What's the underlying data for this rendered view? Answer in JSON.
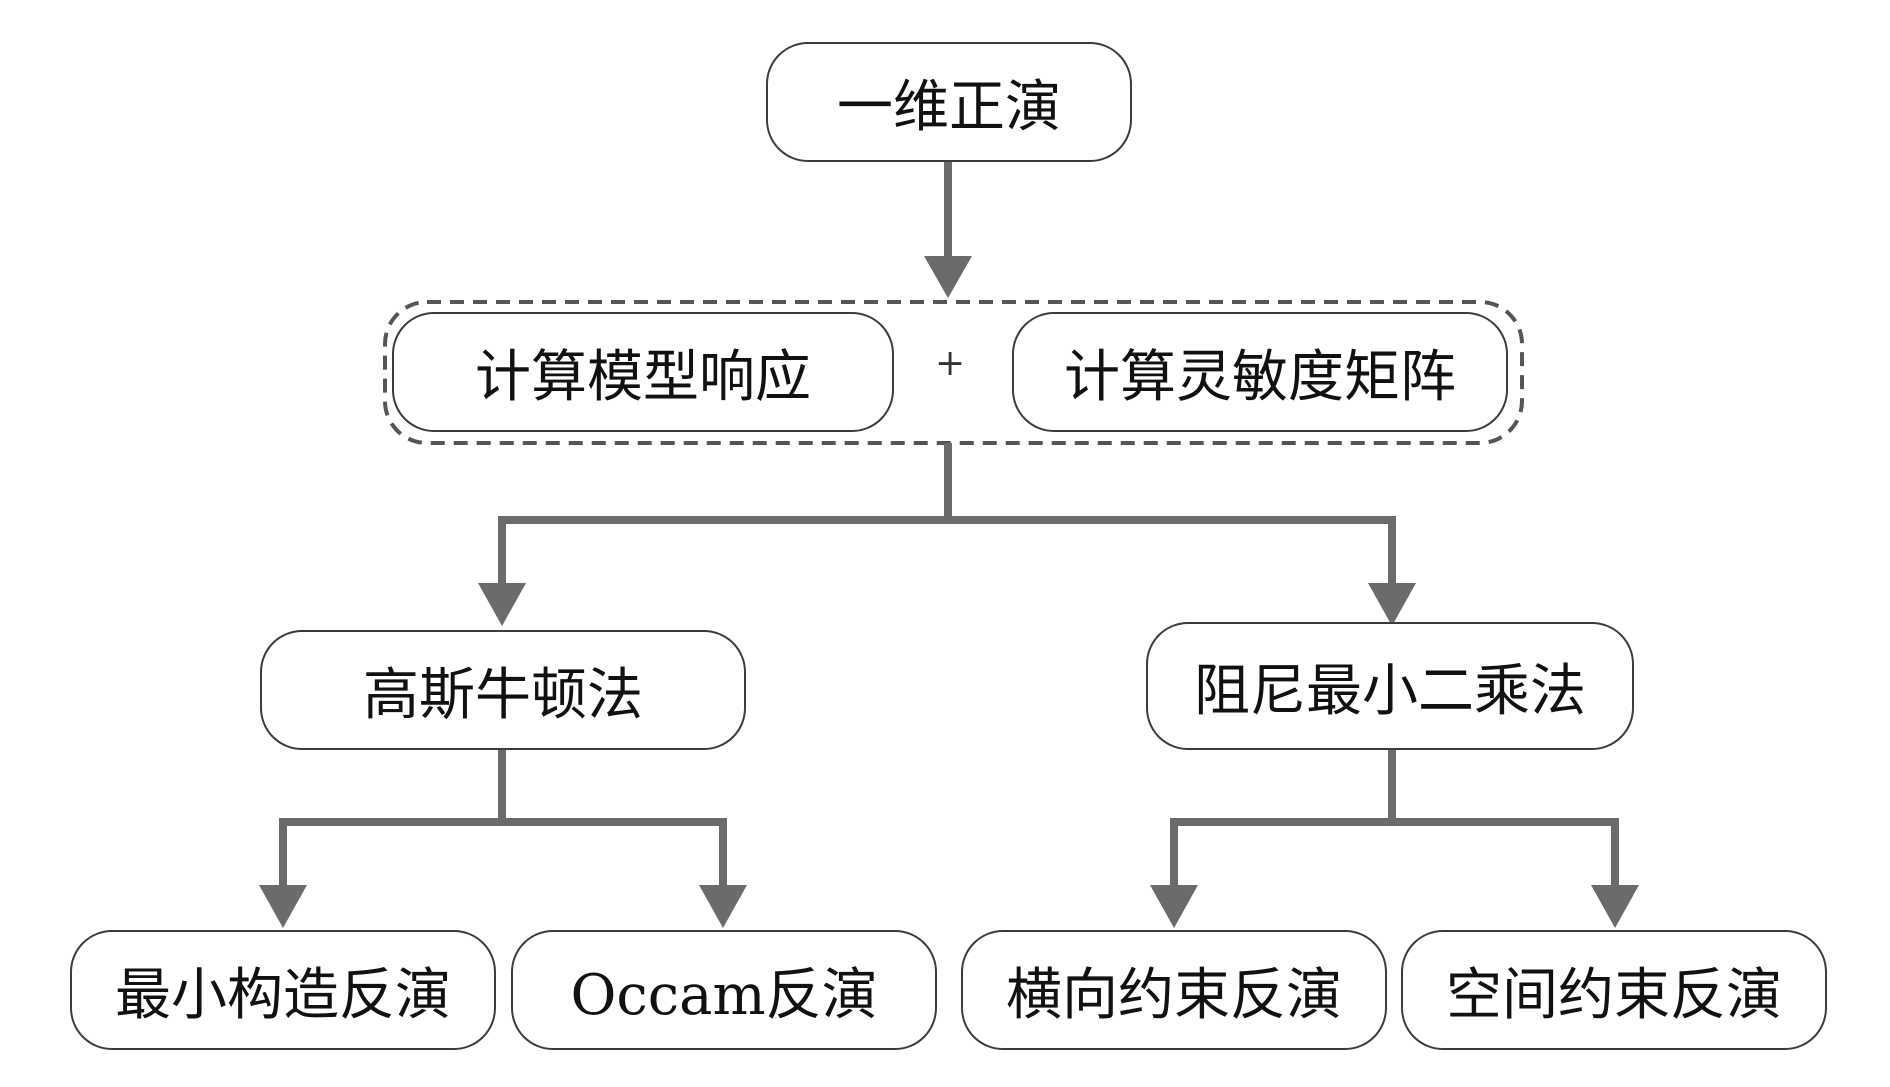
{
  "colors": {
    "line": "#6b6b6b",
    "border": "#3c3c3c",
    "dashed_border": "#555555",
    "text": "#111111"
  },
  "nodes": {
    "forward_1d": "一维正演",
    "model_response": "计算模型响应",
    "plus_sign": "+",
    "sensitivity_matrix": "计算灵敏度矩阵",
    "gauss_newton": "高斯牛顿法",
    "damped_least_squares": "阻尼最小二乘法",
    "min_structure_inversion": "最小构造反演",
    "occam_inversion": "Occam反演",
    "lateral_constraint_inversion": "横向约束反演",
    "spatial_constraint_inversion": "空间约束反演"
  }
}
